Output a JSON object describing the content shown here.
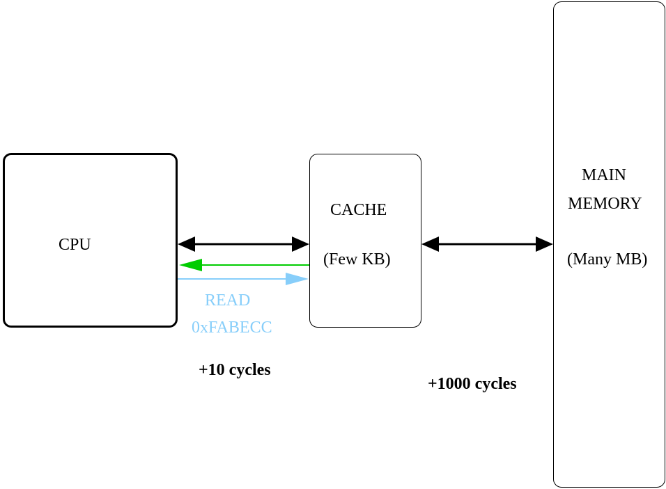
{
  "diagram": {
    "cpu": {
      "label": "CPU"
    },
    "cache": {
      "title": "CACHE",
      "size": "(Few KB)"
    },
    "memory": {
      "title_line1": "MAIN",
      "title_line2": "MEMORY",
      "size": "(Many MB)"
    },
    "request": {
      "operation": "READ",
      "address": "0xFABECC"
    },
    "latency": {
      "cache": "+10 cycles",
      "memory": "+1000 cycles"
    }
  },
  "colors": {
    "outline": "#000000",
    "response_arrow": "#00cc00",
    "request_arrow": "#87cefa"
  }
}
